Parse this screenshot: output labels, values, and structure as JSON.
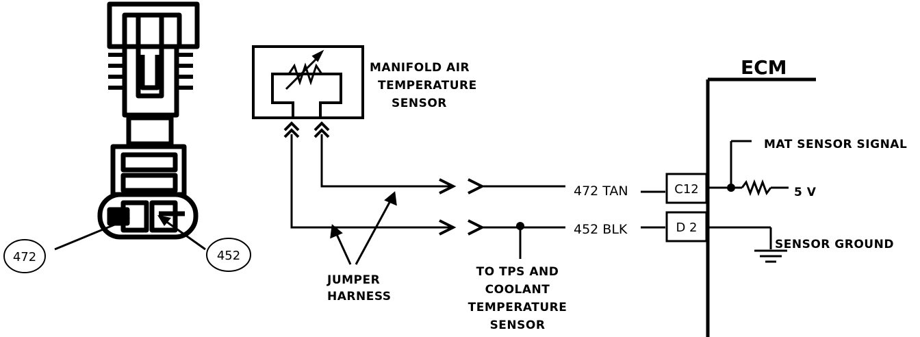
{
  "ecm": {
    "title": "ECM"
  },
  "sensor": {
    "label_lines": [
      "MANIFOLD AIR",
      "TEMPERATURE",
      "SENSOR"
    ]
  },
  "connector": {
    "callouts": [
      "472",
      "452"
    ]
  },
  "wires": {
    "tan": {
      "label": "472 TAN",
      "pin": "C12"
    },
    "blk": {
      "label": "452 BLK",
      "pin": "D 2"
    }
  },
  "ecm_side": {
    "signal_label": "MAT SENSOR SIGNAL",
    "voltage_label": "5 V",
    "ground_label": "SENSOR GROUND"
  },
  "annotations": {
    "jumper_lines": [
      "JUMPER",
      "HARNESS"
    ],
    "tps_lines": [
      "TO TPS AND",
      "COOLANT",
      "TEMPERATURE",
      "SENSOR"
    ]
  },
  "icons": [
    "mat-sensor-connector-illustration",
    "thermistor-icon",
    "resistor-icon",
    "ground-icon",
    "splice-dot-icon"
  ]
}
